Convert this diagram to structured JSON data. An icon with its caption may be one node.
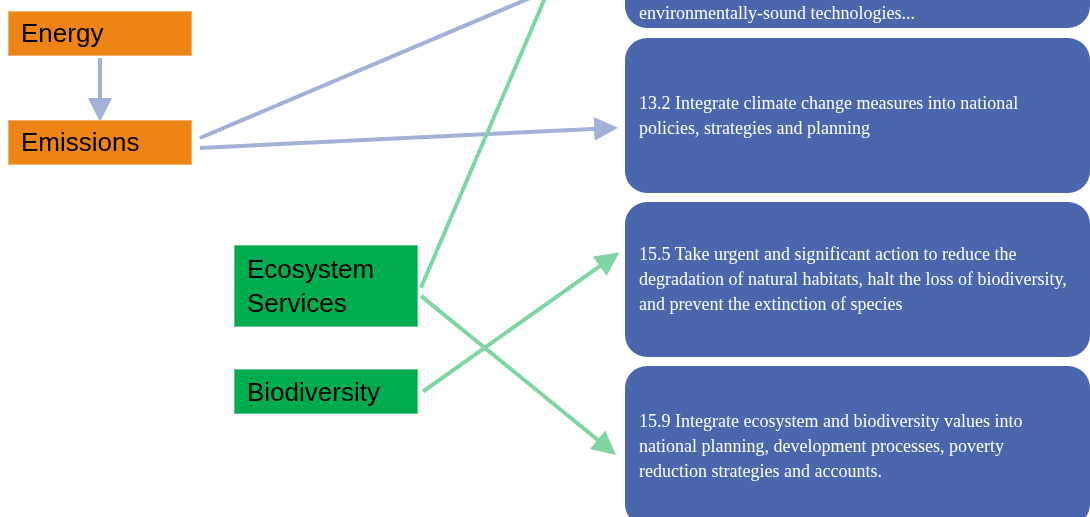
{
  "diagram": {
    "nodes": [
      {
        "text": [
          "environmentally-sound technologies..."
        ]
      },
      {
        "text": [
          "Energy"
        ]
      },
      {
        "text": [
          "Emissions"
        ]
      },
      {
        "text": [
          "13.2 Integrate climate change measures into national policies, strategies and planning"
        ]
      },
      {
        "text": [
          "Ecosystem Services"
        ]
      },
      {
        "text": [
          "15.5 Take urgent and significant action to reduce the degradation of natural habitats, halt the loss of biodiversity, and prevent the extinction of species"
        ]
      },
      {
        "text": [
          "Biodiversity"
        ]
      },
      {
        "text": [
          "15.9 Integrate ecosystem and biodiversity values into national planning, development processes, poverty reduction strategies and accounts."
        ]
      }
    ],
    "edges": [
      {
        "from": 1,
        "to": 2,
        "arrow": "to"
      },
      {
        "from": 2,
        "to": null,
        "arrow": "none"
      },
      {
        "from": 2,
        "to": 3,
        "arrow": "to"
      },
      {
        "from": 4,
        "to": null,
        "arrow": "none",
        "color": "#7fd6a4"
      },
      {
        "from": 4,
        "to": 7,
        "arrow": "to",
        "color": "#7fd6a4"
      },
      {
        "from": 6,
        "to": 5,
        "arrow": "to",
        "color": "#7fd6a4"
      }
    ]
  }
}
